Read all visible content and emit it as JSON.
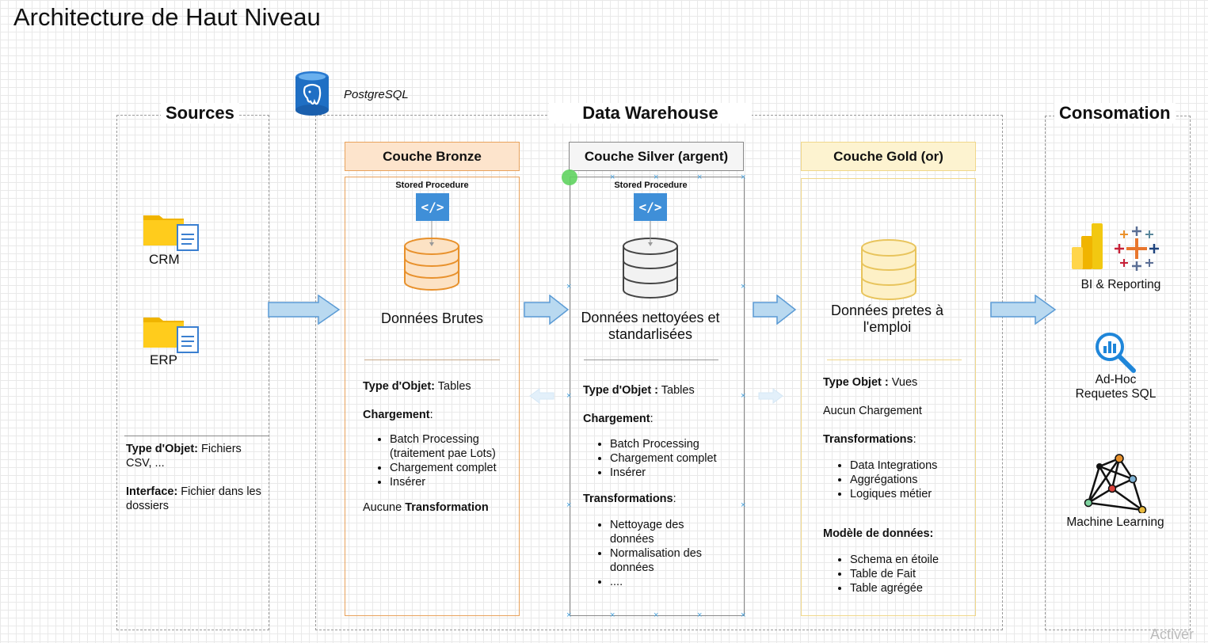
{
  "title": "Architecture de Haut Niveau",
  "postgres_label": "PostgreSQL",
  "sources": {
    "title": "Sources",
    "items": [
      "CRM",
      "ERP"
    ],
    "type_label": "Type d'Objet:",
    "type_value": " Fichiers CSV, ...",
    "interface_label": "Interface:",
    "interface_value": " Fichier dans les dossiers"
  },
  "warehouse": {
    "title": "Data Warehouse",
    "bronze": {
      "header": "Couche Bronze",
      "sp": "Stored Procedure",
      "label": "Données Brutes",
      "type_label": "Type d'Objet:",
      "type_value": " Tables",
      "load_label": "Chargement",
      "load_suffix": ":",
      "load_items": [
        "Batch Processing (traitement pae Lots)",
        "Chargement complet",
        "Insérer"
      ],
      "transform_prefix": "Aucune ",
      "transform_label": "Transformation"
    },
    "silver": {
      "header": "Couche Silver (argent)",
      "sp": "Stored Procedure",
      "label": "Données nettoyées et standarlisées",
      "type_label": "Type d'Objet :",
      "type_value": " Tables",
      "load_label": "Chargement",
      "load_suffix": ":",
      "load_items": [
        "Batch Processing",
        "Chargement complet",
        "Insérer"
      ],
      "transform_label": "Transformations",
      "transform_suffix": ":",
      "transform_items": [
        "Nettoyage des données",
        "Normalisation des données",
        "...."
      ]
    },
    "gold": {
      "header": "Couche Gold (or)",
      "label": "Données pretes à l'emploi",
      "type_label": "Type Objet :",
      "type_value": " Vues",
      "no_load": "Aucun Chargement",
      "transform_label": "Transformations",
      "transform_suffix": ":",
      "transform_items": [
        "Data Integrations",
        "Aggrégations",
        "Logiques métier"
      ],
      "model_label": "Modèle de données:",
      "model_items": [
        "Schema en étoile",
        "Table de Fait",
        "Table agrégée"
      ]
    }
  },
  "consumption": {
    "title": "Consomation",
    "bi": "BI & Reporting",
    "adhoc": "Ad-Hoc Requetes SQL",
    "ml": "Machine Learning"
  },
  "colors": {
    "bronze_border": "#e8a25c",
    "bronze_fill": "#fde4cc",
    "silver_border": "#888888",
    "silver_fill": "#f5f5f5",
    "gold_border": "#f0d78a",
    "gold_fill": "#fdf3d0",
    "arrow_fill": "#b9d9f0",
    "arrow_stroke": "#5b9bd5"
  },
  "watermark": "Activer"
}
